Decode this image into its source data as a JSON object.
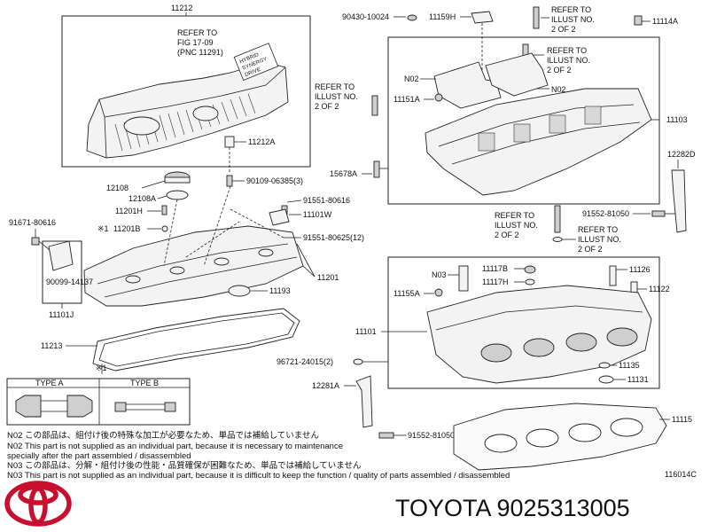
{
  "labels": {
    "l11212": "11212",
    "l90430": "90430-10024",
    "l11159H": "11159H",
    "l11114A": "11114A",
    "lN02a": "N02",
    "lN02b": "N02",
    "l11151A": "11151A",
    "l11103": "11103",
    "l12282D": "12282D",
    "l15678A": "15678A",
    "l11212A": "11212A",
    "l90109": "90109-06385(3)",
    "l12108": "12108",
    "l12108A": "12108A",
    "l11201H": "11201H",
    "l91551_616": "91551-80616",
    "l11101W": "11101W",
    "l91671": "91671-80616",
    "l11201B": "11201B",
    "l91551_625": "91551-80625(12)",
    "l11201": "11201",
    "l90099": "90099-14137",
    "l11193": "11193",
    "l11101J": "11101J",
    "l11213": "11213",
    "l91552_a": "91552-81050",
    "lN03": "N03",
    "l11117B": "11117B",
    "l11117H": "11117H",
    "l11126": "11126",
    "l11155A": "11155A",
    "l11122": "11122",
    "l11101": "11101",
    "l96721": "96721-24015(2)",
    "l11135": "11135",
    "l12281A": "12281A",
    "l11131": "11131",
    "l11115": "11115",
    "l91552_b": "91552-81050",
    "star1a": "※1",
    "star1b": "※1",
    "figid": "116014C"
  },
  "refers": {
    "r1": [
      "REFER TO",
      "FIG 17-09",
      "(PNC 11291)"
    ],
    "r2": [
      "REFER TO",
      "ILLUST NO.",
      "2 OF 2"
    ],
    "r3": [
      "REFER TO",
      "ILLUST NO.",
      "2 OF 2"
    ],
    "r4": [
      "REFER TO",
      "ILLUST NO.",
      "2 OF 2"
    ],
    "r5": [
      "REFER TO",
      "ILLUST NO.",
      "2 OF 2"
    ],
    "r6": [
      "REFER TO",
      "ILLUST NO.",
      "2 OF 2"
    ]
  },
  "cover_marking": [
    "HYBRID",
    "SYNERGY",
    "DRIVE"
  ],
  "types": {
    "a": "TYPE A",
    "b": "TYPE B"
  },
  "notes": [
    "N02  この部品は、組付け後の特殊な加工が必要なため、単品では補給していません",
    "N02  This part is not supplied as an individual part, because it is necessary to maintenance",
    "       specially after the part assembled / disassembled",
    "N03  この部品は、分解・組付け後の性能・品質確保が困難なため、単品では補給していません",
    "N03  This part is not supplied as an individual part, because it is difficult to keep the function / quality of parts  assembled / disassembled"
  ],
  "brand": "TOYOTA 9025313005",
  "colors": {
    "logo": "#c8102e",
    "line": "#222222"
  }
}
